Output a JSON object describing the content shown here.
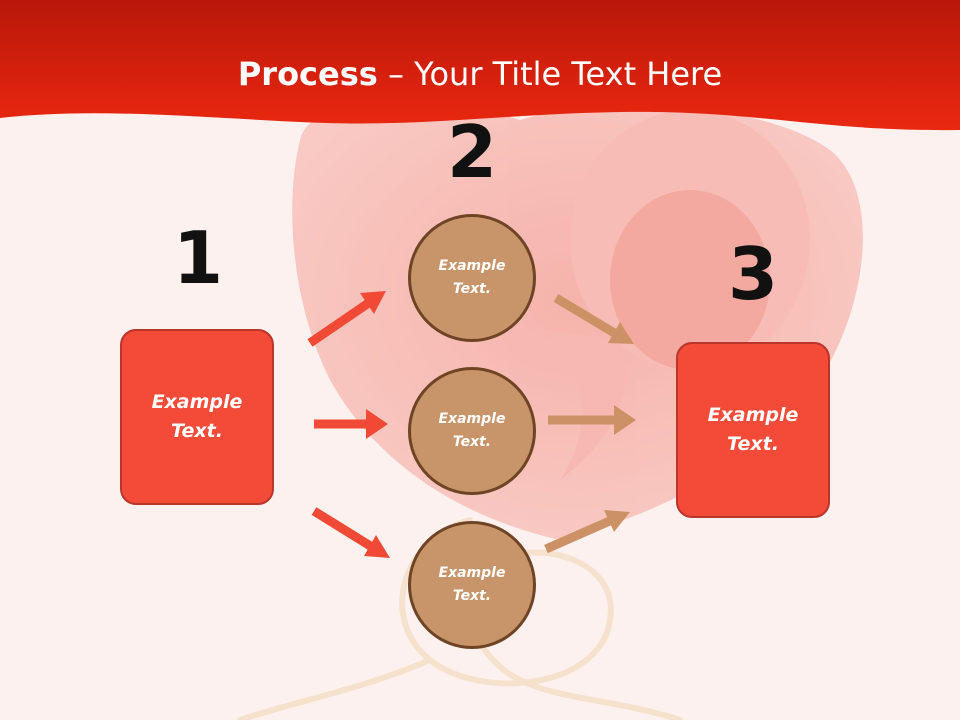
{
  "slide": {
    "title_bold": "Process",
    "title_rest": " – Your Title Text Here"
  },
  "steps": [
    {
      "number": "1",
      "label": "Example\nText."
    },
    {
      "number": "2",
      "label": "Example\nText."
    },
    {
      "number": "3",
      "label": "Example\nText."
    }
  ],
  "circles": [
    {
      "label": "Example\nText."
    },
    {
      "label": "Example\nText."
    },
    {
      "label": "Example\nText."
    }
  ],
  "colors": {
    "header_red": "#e8210c",
    "box_fill": "#f44b39",
    "circle_fill": "#c8956a",
    "circle_border": "#6f4425",
    "arrow_red": "#f04a36",
    "arrow_tan": "#cc9265",
    "background": "#fdf1ef"
  }
}
